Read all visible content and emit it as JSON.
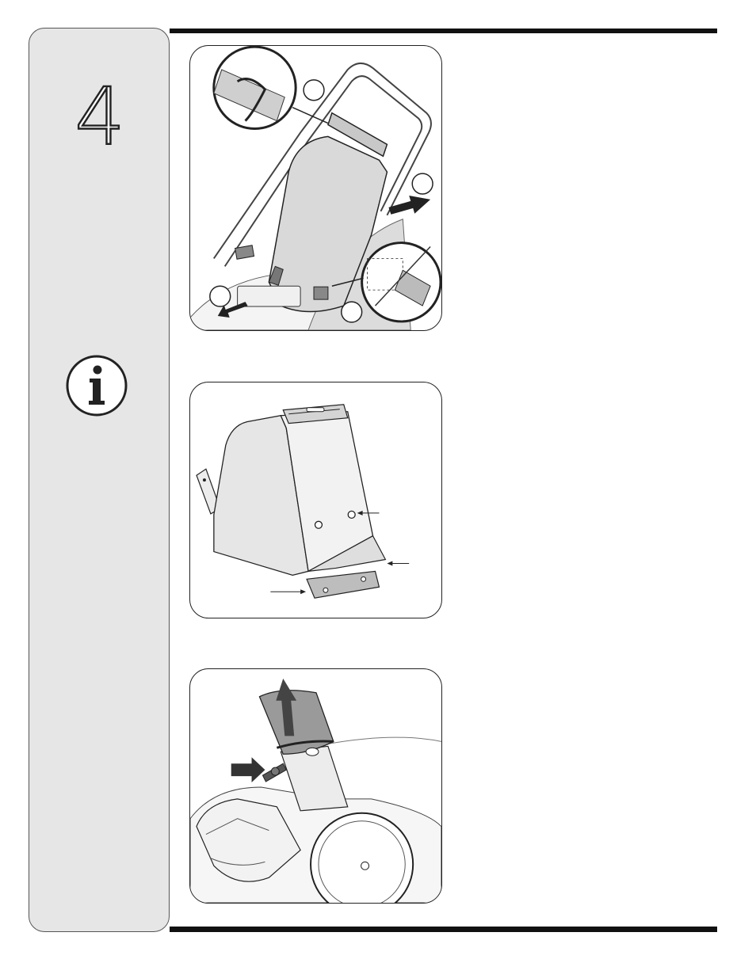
{
  "page": {
    "section_number": "4"
  },
  "icons": {
    "info": "info-icon",
    "arrow": "arrow-icon"
  },
  "figures": [
    {
      "name": "figure-remove-bag-mower",
      "callouts": 4
    },
    {
      "name": "figure-bag-detail",
      "callouts": 3
    },
    {
      "name": "figure-chute-removal",
      "callouts": 0
    }
  ]
}
